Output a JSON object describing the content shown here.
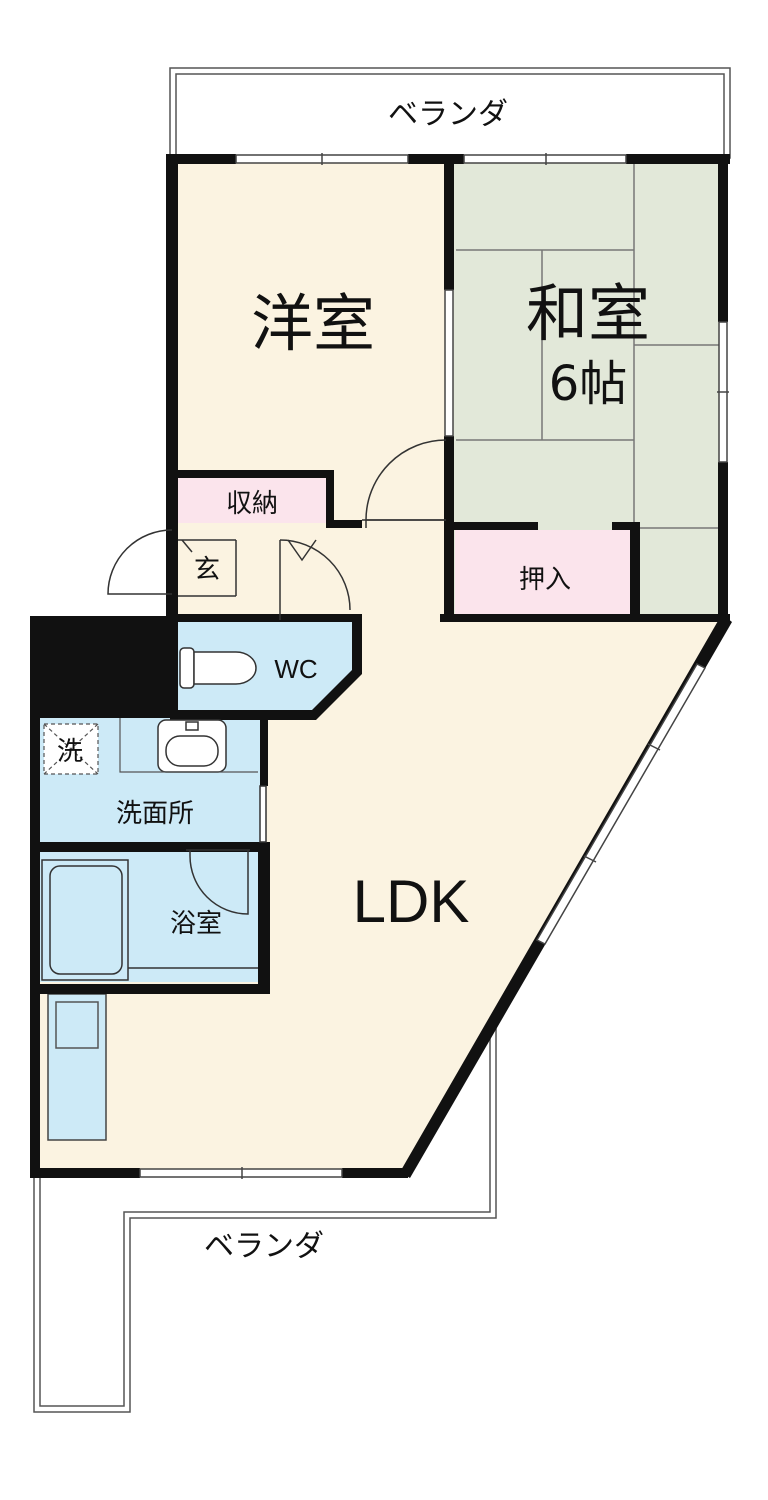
{
  "labels": {
    "veranda_top": "ベランダ",
    "veranda_bottom": "ベランダ",
    "western_room": "洋室",
    "japanese_room": "和室",
    "japanese_room_size": "6帖",
    "storage": "収納",
    "entrance": "玄",
    "closet": "押入",
    "wc": "WC",
    "washer": "洗",
    "washroom": "洗面所",
    "bathroom": "浴室",
    "ldk": "LDK"
  },
  "colors": {
    "wall": "#111111",
    "western_floor": "#fbf3e1",
    "tatami": "#e2e8d9",
    "storage": "#fbe4ec",
    "wet_area": "#cdeaf7",
    "ldk_floor": "#fbf3e1",
    "veranda": "#ffffff"
  }
}
